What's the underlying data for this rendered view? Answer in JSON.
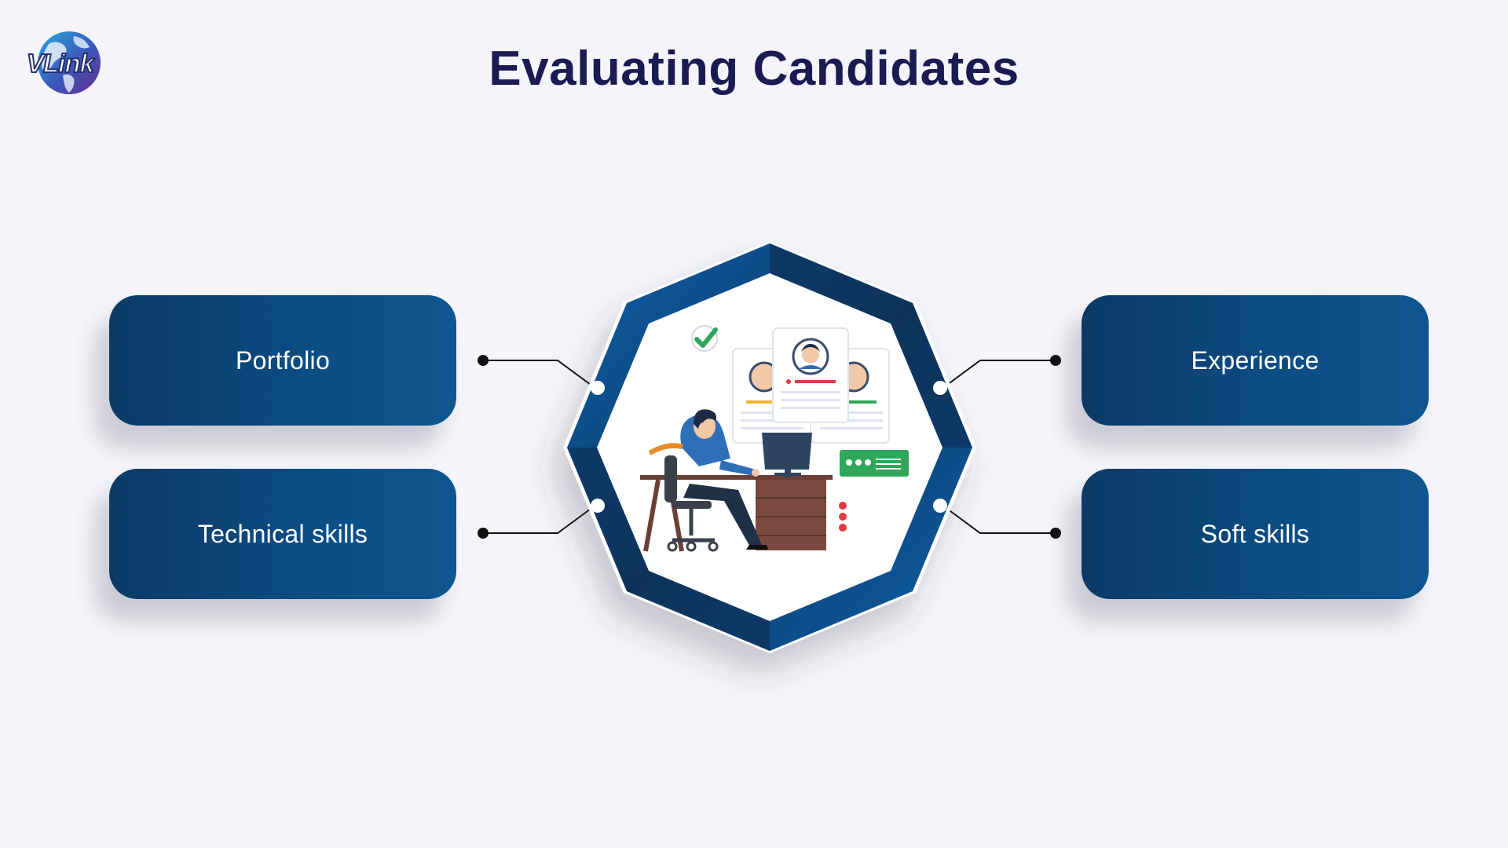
{
  "title": "Evaluating Candidates",
  "logo": {
    "text": "VLink",
    "icon": "globe-icon"
  },
  "cards": {
    "portfolio": "Portfolio",
    "technical": "Technical skills",
    "experience": "Experience",
    "soft": "Soft skills"
  },
  "colors": {
    "title": "#1c1a52",
    "card_dark": "#0c3a66",
    "card_light": "#0e5690",
    "frame": "#0b4c82",
    "background": "#f4f4fa",
    "check": "#2fa75a",
    "badge_green": "#2fa75a",
    "accent_red": "#e03a45"
  }
}
